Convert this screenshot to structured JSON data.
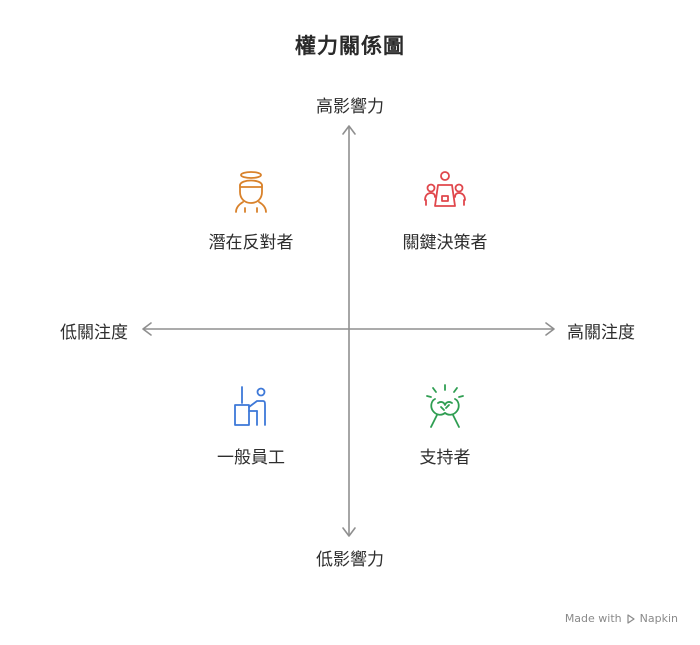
{
  "title": "權力關係圖",
  "axes": {
    "top": "高影響力",
    "bottom": "低影響力",
    "left": "低關注度",
    "right": "高關注度"
  },
  "quadrants": [
    {
      "label": "潛在反對者",
      "icon": "person-with-halo-icon",
      "color": "#d9822b"
    },
    {
      "label": "關鍵決策者",
      "icon": "meeting-table-icon",
      "color": "#e0474c"
    },
    {
      "label": "一般員工",
      "icon": "worker-at-desk-icon",
      "color": "#3d78d8"
    },
    {
      "label": "支持者",
      "icon": "handshake-celebration-icon",
      "color": "#2f9e52"
    }
  ],
  "watermark": {
    "made_with": "Made with",
    "brand": "Napkin"
  }
}
